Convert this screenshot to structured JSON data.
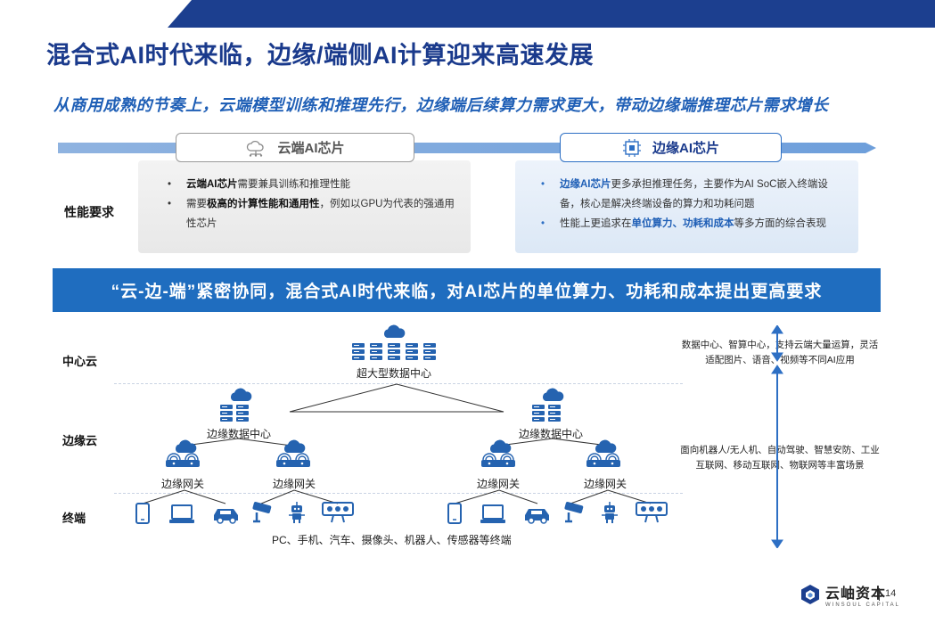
{
  "title": "混合式AI时代来临，边缘/端侧AI计算迎来高速发展",
  "subtitle": "从商用成熟的节奏上，云端模型训练和推理先行，边缘端后续算力需求更大，带动边缘端推理芯片需求增长",
  "performance_label": "性能要求",
  "cloud_chip": {
    "label": "云端AI芯片",
    "icon": "cloud-network-icon",
    "bullets": [
      {
        "prefix": "",
        "highlight": "云端AI芯片",
        "rest": "需要兼具训练和推理性能"
      },
      {
        "prefix": "需要",
        "highlight": "极高的计算性能和通用性",
        "rest": "，例如以GPU为代表的强通用性芯片"
      }
    ]
  },
  "edge_chip": {
    "label": "边缘AI芯片",
    "icon": "chip-icon",
    "bullets": [
      {
        "prefix": "",
        "highlight": "边缘AI芯片",
        "rest": "更多承担推理任务，主要作为AI SoC嵌入终端设备，核心是解决终端设备的算力和功耗问题"
      },
      {
        "prefix": "性能上更追求在",
        "highlight": "单位算力、功耗和成本",
        "rest": "等多方面的综合表现"
      }
    ]
  },
  "banner": "“云-边-端”紧密协同，混合式AI时代来临，对AI芯片的单位算力、功耗和成本提出更高要求",
  "tiers": {
    "center": "中心云",
    "edge": "边缘云",
    "terminal": "终端"
  },
  "nodes": {
    "hyperscale": "超大型数据中心",
    "edge_dc_left": "边缘数据中心",
    "edge_dc_right": "边缘数据中心",
    "gateway_1": "边缘网关",
    "gateway_2": "边缘网关",
    "gateway_3": "边缘网关",
    "gateway_4": "边缘网关",
    "devices_caption": "PC、手机、汽车、摄像头、机器人、传感器等终端"
  },
  "right_notes": {
    "center": "数据中心、智算中心，支持云端大量运算，灵活适配图片、语音、视频等不同AI应用",
    "edge": "面向机器人/无人机、自动驾驶、智慧安防、工业互联网、移动互联网、物联网等丰富场景"
  },
  "footer": {
    "logo_cn": "云岫资本",
    "logo_en": "WINSOUL CAPITAL",
    "page_number": "14"
  },
  "colors": {
    "title": "#1a3a8c",
    "accent": "#1f6dbf",
    "device": "#2563b0"
  }
}
